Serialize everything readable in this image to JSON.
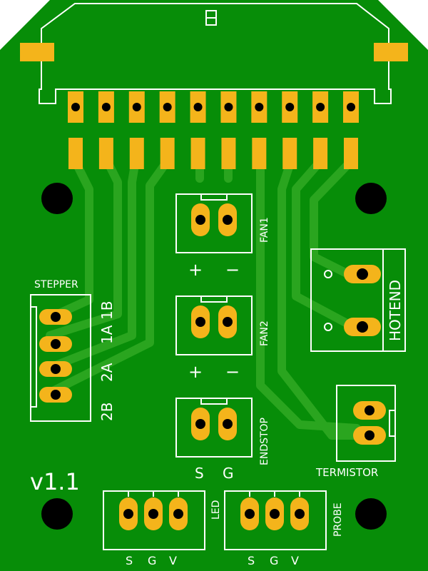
{
  "colors": {
    "board": "#078d08",
    "trace": "#2aa51f",
    "pad": "#f4b41b",
    "silkscreen": "#ffffff",
    "drill": "#000000"
  },
  "labels": {
    "stepper": "STEPPER",
    "stepper_pins": [
      "2B",
      "2A",
      "1A",
      "1B"
    ],
    "fan1": "FAN1",
    "fan2": "FAN2",
    "fan_plus": "+",
    "fan_minus": "−",
    "hotend": "HOTEND",
    "endstop": "ENDSTOP",
    "endstop_pins": [
      "S",
      "G"
    ],
    "termistor": "TERMISTOR",
    "version": "v1.1",
    "led": "LED",
    "probe": "PROBE",
    "sgv": [
      "S",
      "G",
      "V"
    ]
  },
  "connector": {
    "pin_count": 10
  }
}
